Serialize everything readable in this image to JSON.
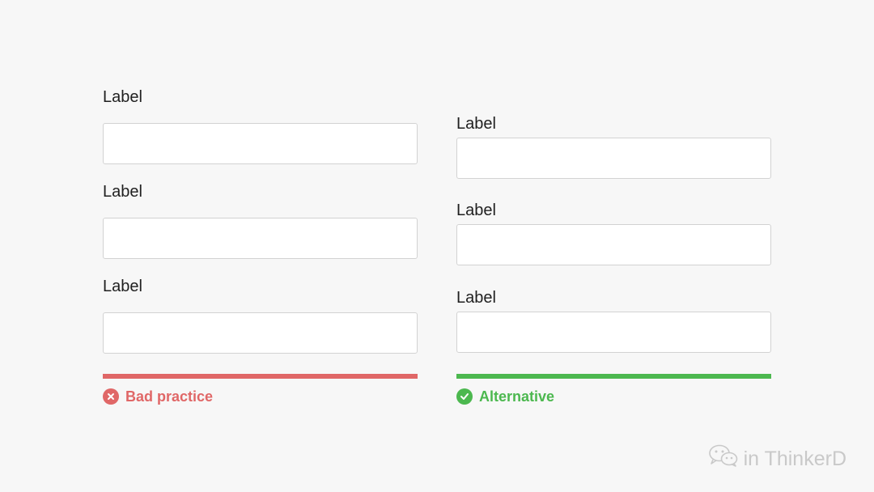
{
  "bad_column": {
    "fields": [
      {
        "label": "Label",
        "value": ""
      },
      {
        "label": "Label",
        "value": ""
      },
      {
        "label": "Label",
        "value": ""
      }
    ],
    "verdict": "Bad practice",
    "verdict_icon": "close-circle-icon",
    "color": "#e06767"
  },
  "alt_column": {
    "fields": [
      {
        "label": "Label",
        "value": ""
      },
      {
        "label": "Label",
        "value": ""
      },
      {
        "label": "Label",
        "value": ""
      }
    ],
    "verdict": "Alternative",
    "verdict_icon": "check-circle-icon",
    "color": "#4cb84f"
  },
  "watermark": {
    "icon": "wechat-icon",
    "text": "in ThinkerD"
  }
}
